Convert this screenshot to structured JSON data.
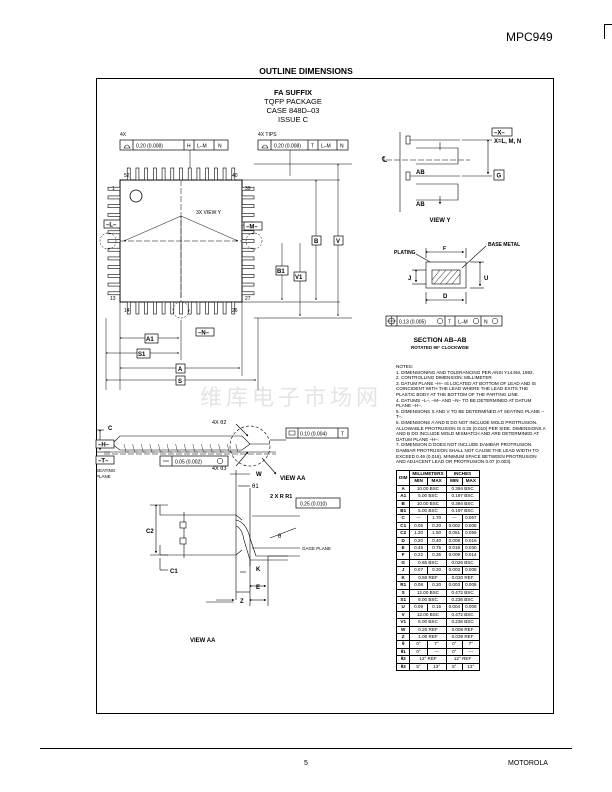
{
  "header": {
    "part_number": "MPC949"
  },
  "section_title": "OUTLINE DIMENSIONS",
  "package": {
    "suffix": "FA SUFFIX",
    "type": "TQFP PACKAGE",
    "case": "CASE 848D–03",
    "issue": "ISSUE C"
  },
  "labels": {
    "fcf_top_left_count": "4X",
    "fcf_top_left_tol": "0.20 (0.008)",
    "fcf_top_left_datums": [
      "H",
      "L–M",
      "N"
    ],
    "fcf_top_right_count": "4X TIPS",
    "fcf_top_right_tol": "0.20 (0.008)",
    "fcf_top_right_datums": [
      "T",
      "L–M",
      "N"
    ],
    "pin52": "52",
    "pin40": "40",
    "pin39": "39",
    "pin1": "1",
    "pin13": "13",
    "pin14": "14",
    "pin26": "26",
    "pin27": "27",
    "view_y_callout": "3X VIEW Y",
    "datum_L": "–L–",
    "datum_M": "–M–",
    "datum_N": "–N–",
    "dim_B": "B",
    "dim_V": "V",
    "dim_B1": "B1",
    "dim_V1": "V1",
    "dim_A1": "A1",
    "dim_S1": "S1",
    "dim_A": "A",
    "dim_S": "S",
    "viewy_X": "–X–",
    "viewy_eq": "X=L, M, N",
    "viewy_G": "G",
    "viewy_AB": "AB",
    "viewy_CL": "℄",
    "viewy_title": "VIEW Y",
    "sec_plating": "PLATING",
    "sec_F": "F",
    "sec_base": "BASE METAL",
    "sec_J": "J",
    "sec_U": "U",
    "sec_D": "D",
    "sec_fcf_tol": "0.13 (0.005)",
    "sec_fcf_datums": [
      "T",
      "L–M",
      "N"
    ],
    "sec_title": "SECTION AB–AB",
    "sec_rot": "ROTATED 90° CLOCKWISE",
    "side_C": "C",
    "side_H": "–H–",
    "side_T": "–T–",
    "side_seating": "SEATING",
    "side_plane": "PLANE",
    "side_q2": "4X θ2",
    "side_q3": "4X θ3",
    "side_fcf_tol": "0.10 (0.004)",
    "side_fcf_datum": "T",
    "side_viewaa": "VIEW AA",
    "aa_fcf_tol": "0.05 (0.002)",
    "aa_W": "W",
    "aa_q1": "θ1",
    "aa_R1": "2 X R R1",
    "aa_fcf2": "0.25 (0.010)",
    "aa_theta": "θ",
    "aa_gage": "GAGE PLANE",
    "aa_C2": "C2",
    "aa_K": "K",
    "aa_E": "E",
    "aa_C1": "C1",
    "aa_Z": "Z",
    "aa_title": "VIEW AA"
  },
  "notes": {
    "heading": "NOTES:",
    "items": [
      "1.  DIMENSIONING AND TOLERANCING PER ANSI Y14.5M, 1982.",
      "2.  CONTROLLING DIMENSION: MILLIMETER.",
      "3.  DATUM PLANE –H– IS LOCATED AT BOTTOM OF LEAD AND IS COINCIDENT WITH THE LEAD WHERE THE LEAD EXITS THE PLASTIC BODY AT THE BOTTOM OF THE PARTING LINE.",
      "4.  DATUMS –L–, –M– AND –N– TO BE DETERMINED AT DATUM PLANE –H–.",
      "5.  DIMENSIONS S AND V TO BE DETERMINED AT SEATING PLANE –T–.",
      "6.  DIMENSIONS A AND B DO NOT INCLUDE MOLD PROTRUSION. ALLOWABLE PROTRUSION IS 0.25 (0.010) PER SIDE. DIMENSIONS A AND B DO INCLUDE MOLD MISMATCH AND ARE DETERMINED AT DATUM PLANE –H–.",
      "7.  DIMENSION D DOES NOT INCLUDE DAMBAR PROTRUSION. DAMBAR PROTRUSION SHALL NOT CAUSE THE LEAD WIDTH TO EXCEED 0.46 (0.018). MINIMUM SPACE BETWEEN PROTRUSION AND ADJACENT LEAD OR PROTRUSION 0.07 (0.003)."
    ]
  },
  "table": {
    "group_headers": [
      "MILLIMETERS",
      "INCHES"
    ],
    "columns": [
      "DIM",
      "MIN",
      "MAX",
      "MIN",
      "MAX"
    ],
    "rows": [
      [
        "A",
        "10.00 BSC",
        "",
        "0.394 BSC",
        ""
      ],
      [
        "A1",
        "5.00 BSC",
        "",
        "0.197 BSC",
        ""
      ],
      [
        "B",
        "10.00 BSC",
        "",
        "0.394 BSC",
        ""
      ],
      [
        "B1",
        "5.00 BSC",
        "",
        "0.197 BSC",
        ""
      ],
      [
        "C",
        "---",
        "1.70",
        "---",
        "0.067"
      ],
      [
        "C1",
        "0.05",
        "0.20",
        "0.002",
        "0.008"
      ],
      [
        "C2",
        "1.30",
        "1.50",
        "0.051",
        "0.059"
      ],
      [
        "D",
        "0.20",
        "0.40",
        "0.008",
        "0.016"
      ],
      [
        "E",
        "0.45",
        "0.75",
        "0.018",
        "0.030"
      ],
      [
        "F",
        "0.22",
        "0.35",
        "0.009",
        "0.014"
      ],
      [
        "G",
        "0.65 BSC",
        "",
        "0.026 BSC",
        ""
      ],
      [
        "J",
        "0.07",
        "0.20",
        "0.003",
        "0.008"
      ],
      [
        "K",
        "0.50 REF",
        "",
        "0.020 REF",
        ""
      ],
      [
        "R1",
        "0.08",
        "0.20",
        "0.003",
        "0.008"
      ],
      [
        "S",
        "12.00 BSC",
        "",
        "0.472 BSC",
        ""
      ],
      [
        "S1",
        "6.00 BSC",
        "",
        "0.236 BSC",
        ""
      ],
      [
        "U",
        "0.09",
        "0.16",
        "0.004",
        "0.006"
      ],
      [
        "V",
        "12.00 BSC",
        "",
        "0.472 BSC",
        ""
      ],
      [
        "V1",
        "6.00 BSC",
        "",
        "0.236 BSC",
        ""
      ],
      [
        "W",
        "0.20 REF",
        "",
        "0.008 REF",
        ""
      ],
      [
        "Z",
        "1.00 REF",
        "",
        "0.039 REF",
        ""
      ],
      [
        "θ",
        "0°",
        "7°",
        "0°",
        "7°"
      ],
      [
        "θ1",
        "0°",
        "---",
        "0°",
        "---"
      ],
      [
        "θ2",
        "12° REF",
        "",
        "12° REF",
        ""
      ],
      [
        "θ3",
        "5°",
        "13°",
        "5°",
        "13°"
      ]
    ]
  },
  "watermark": "维库电子市场网",
  "footer": {
    "page": "5",
    "brand": "MOTOROLA"
  }
}
